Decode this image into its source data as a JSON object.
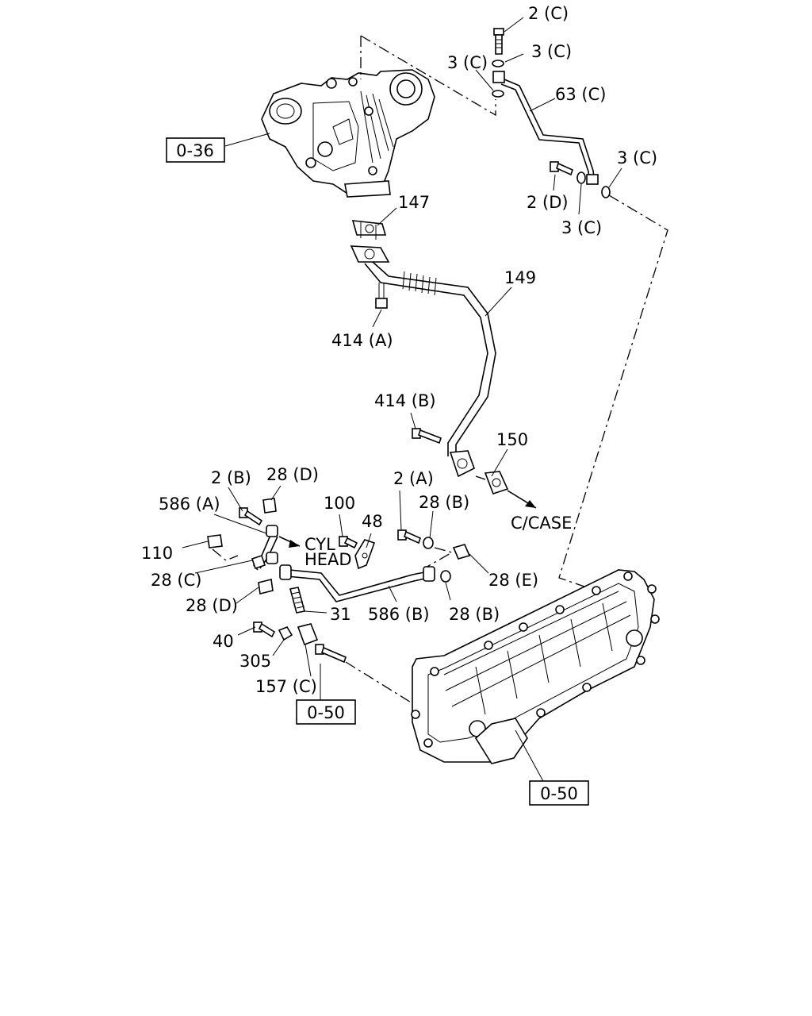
{
  "labels": {
    "l_2c_top": "2 (C)",
    "l_3c_a": "3 (C)",
    "l_3c_b": "3 (C)",
    "l_63c": "63 (C)",
    "l_3c_c": "3 (C)",
    "l_2d": "2 (D)",
    "l_3c_d": "3 (C)",
    "l_147": "147",
    "l_149": "149",
    "l_414a": "414 (A)",
    "l_414b": "414 (B)",
    "l_150": "150",
    "l_ccase": "C/CASE",
    "l_2b": "2 (B)",
    "l_28d_a": "28 (D)",
    "l_586a": "586 (A)",
    "l_100": "100",
    "l_48": "48",
    "l_2a": "2 (A)",
    "l_28b_a": "28 (B)",
    "l_110": "110",
    "l_cyl": "CYL",
    "l_head": "HEAD",
    "l_28c": "28 (C)",
    "l_28e": "28 (E)",
    "l_28d_b": "28 (D)",
    "l_31": "31",
    "l_586b": "586 (B)",
    "l_28b_b": "28 (B)",
    "l_40": "40",
    "l_305": "305",
    "l_157c": "157 (C)"
  },
  "refs": {
    "ref_036": "0-36",
    "ref_050_a": "0-50",
    "ref_050_b": "0-50"
  }
}
